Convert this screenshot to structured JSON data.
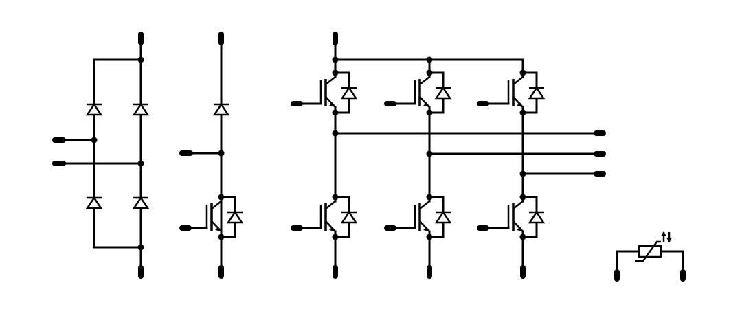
{
  "diagram": {
    "sections": [
      {
        "name": "rectifier-bridge"
      },
      {
        "name": "brake-chopper"
      },
      {
        "name": "three-phase-inverter"
      },
      {
        "name": "ntc-thermistor"
      }
    ],
    "colors": {
      "line": "#000000",
      "background": "#ffffff"
    }
  }
}
